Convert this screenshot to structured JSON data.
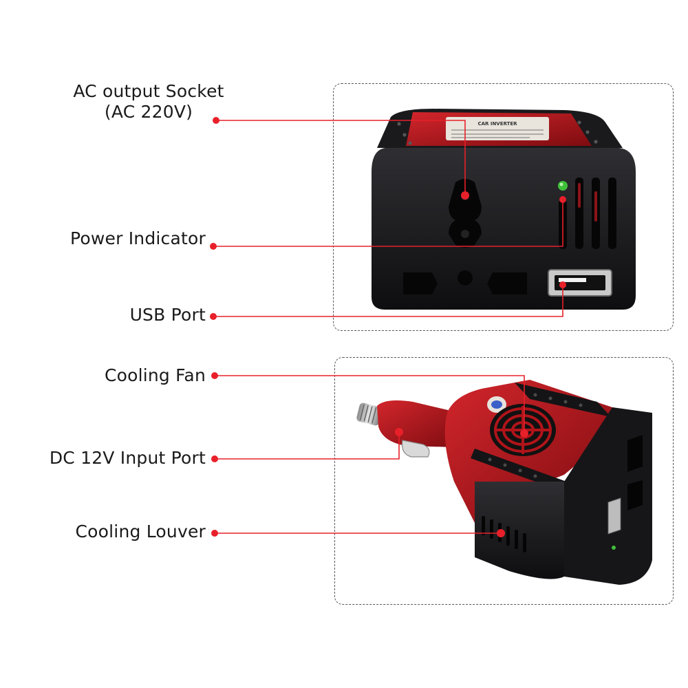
{
  "callouts": {
    "ac_socket": {
      "line1": "AC output Socket",
      "line2": "(AC 220V)"
    },
    "power_indicator": "Power Indicator",
    "usb_port": "USB Port",
    "cooling_fan": "Cooling Fan",
    "dc_input": "DC 12V Input Port",
    "cooling_louver": "Cooling Louver"
  },
  "product_label": {
    "brand": "CAR INVERTER"
  },
  "colors": {
    "accent": "#e8202a",
    "body": "#1c1c1e",
    "shell_red": "#b0141a",
    "led": "#3fbf3a"
  }
}
